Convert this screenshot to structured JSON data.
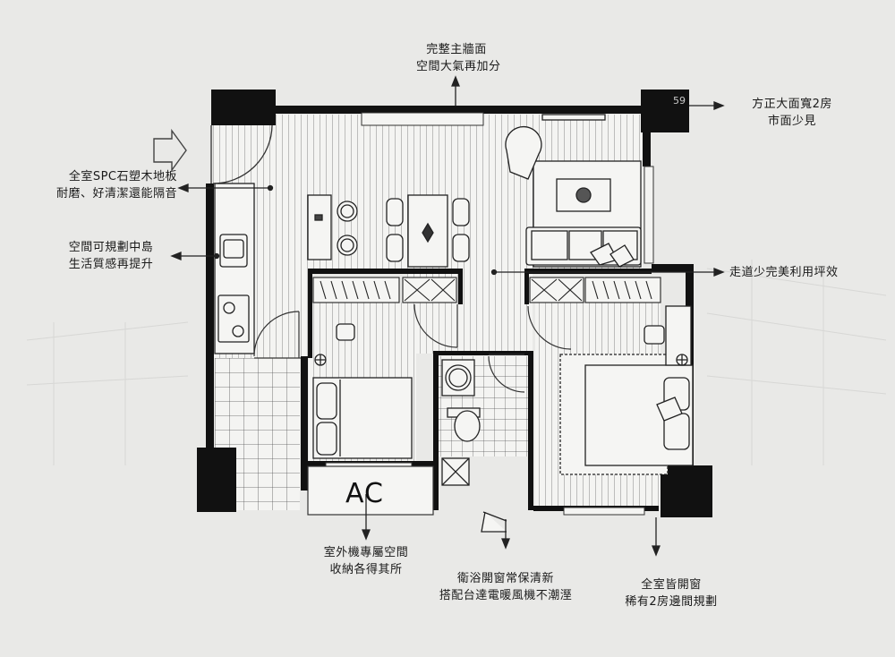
{
  "callouts": {
    "top": [
      "完整主牆面",
      "空間大氣再加分"
    ],
    "top_right": [
      "方正大面寬2房",
      "市面少見"
    ],
    "floor": [
      "全室SPC石塑木地板",
      "耐磨、好清潔還能隔音"
    ],
    "island": [
      "空間可規劃中島",
      "生活質感再提升"
    ],
    "corridor": [
      "走道少完美利用坪效"
    ],
    "ac": [
      "室外機專屬空間",
      "收納各得其所"
    ],
    "bath": [
      "衛浴開窗常保清新",
      "搭配台達電暖風機不潮溼"
    ],
    "windows": [
      "全室皆開窗",
      "稀有2房邊間規劃"
    ]
  },
  "ac_label": "AC",
  "watermark": "59",
  "colors": {
    "wall": "#111111",
    "line": "#333333",
    "paper": "#e9e9e7",
    "floor": "#f2f2f0"
  }
}
